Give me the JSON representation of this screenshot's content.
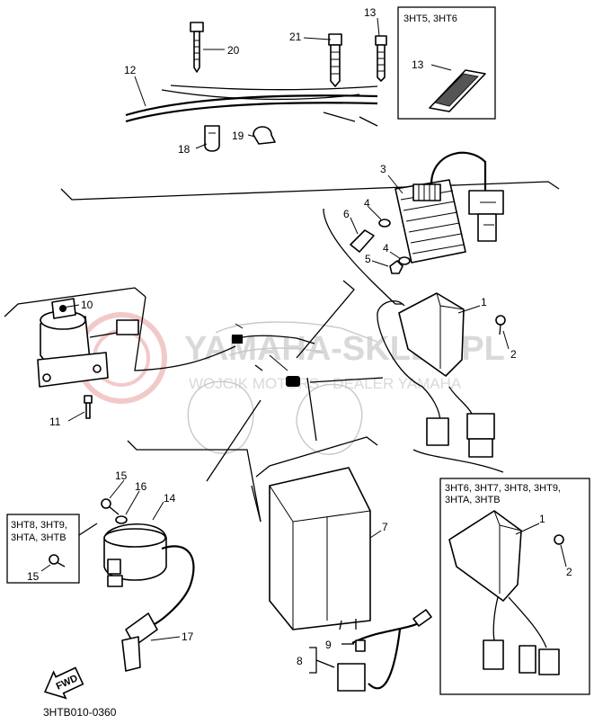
{
  "watermark": {
    "brand": "YAMAHA-SKLEP.PL",
    "tagline": "WOJCIK MOTORS - DEALER YAMAHA"
  },
  "diagram_code": "3HTB010-0360",
  "fwd_label": "FWD",
  "callouts": {
    "p1": "1",
    "p1b": "1",
    "p2": "2",
    "p2b": "2",
    "p3": "3",
    "p4a": "4",
    "p4b": "4",
    "p5": "5",
    "p6": "6",
    "p7": "7",
    "p8": "8",
    "p9": "9",
    "p10": "10",
    "p11": "11",
    "p12": "12",
    "p13a": "13",
    "p13b": "13",
    "p14": "14",
    "p15a": "15",
    "p15b": "15",
    "p16": "16",
    "p17": "17",
    "p18": "18",
    "p19": "19",
    "p20": "20",
    "p21": "21"
  },
  "variant_boxes": {
    "top_right": "3HT5, 3HT6",
    "left_line1": "3HT8, 3HT9,",
    "left_line2": "3HTA, 3HTB",
    "right_line1": "3HT6, 3HT7, 3HT8, 3HT9,",
    "right_line2": "3HTA, 3HTB"
  }
}
